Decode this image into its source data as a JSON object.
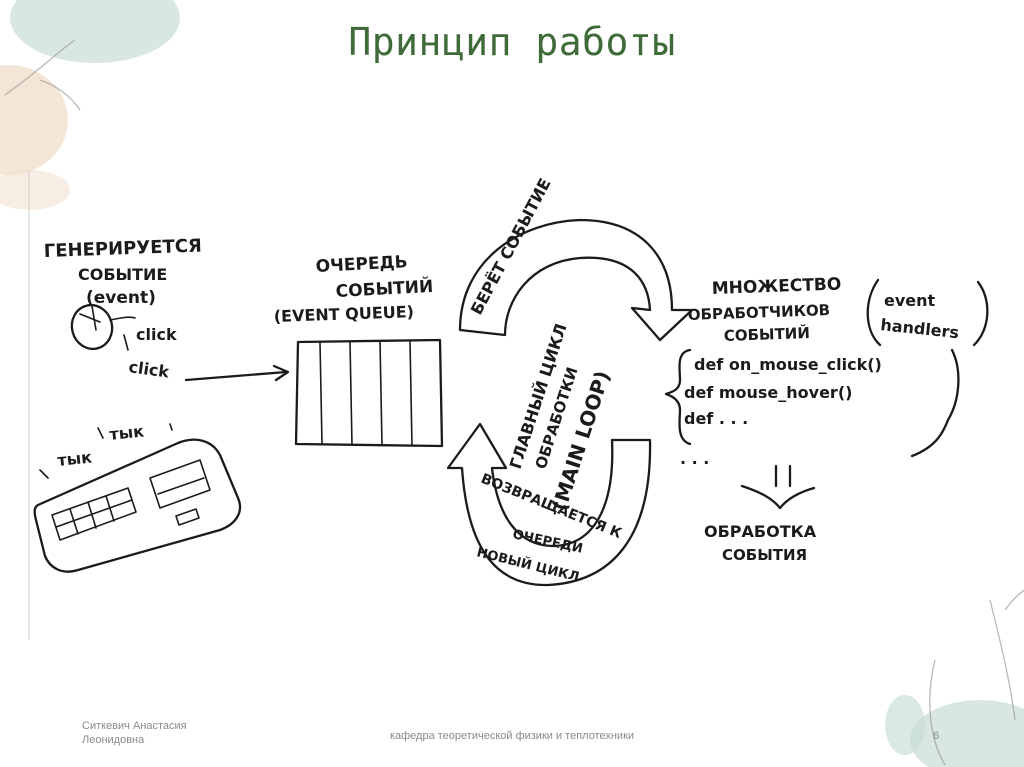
{
  "slide": {
    "title": "Принцип работы",
    "footer_author": "Ситкевич Анастасия\nЛеонидовна",
    "footer_department": "кафедра теоретической физики и теплотехники",
    "page_number": "6"
  },
  "sketch": {
    "event_source_lines": [
      "ГЕНЕРИРУЕТСЯ",
      "СОБЫТИЕ",
      "(event)"
    ],
    "mouse_click_1": "click",
    "mouse_click_2": "click",
    "keyboard_tap_1": "тык",
    "keyboard_tap_2": "тык",
    "queue_lines": [
      "ОЧЕРЕДЬ",
      "СОБЫТИЙ",
      "(EVENT QUEUE)"
    ],
    "takes_event": "БЕРЁТ СОБЫТИЕ",
    "main_loop_lines": [
      "ГЛАВНЫЙ ЦИКЛ",
      "ОБРАБОТКИ",
      "(MAIN LOOP)"
    ],
    "returns_lines": [
      "ВОЗВРАЩАЕТСЯ К",
      "ОЧЕРЕДИ",
      "НОВЫЙ ЦИКЛ"
    ],
    "handlers_set_lines": [
      "МНОЖЕСТВО",
      "ОБРАБОТЧИКОВ",
      "СОБЫТИЙ"
    ],
    "handlers_english_lines": [
      "event",
      "handlers"
    ],
    "code_lines": [
      "def on_mouse_click()",
      "def mouse_hover()",
      "def . . .",
      ". . ."
    ],
    "handling_lines": [
      "ОБРАБОТКА",
      "СОБЫТИЯ"
    ]
  }
}
